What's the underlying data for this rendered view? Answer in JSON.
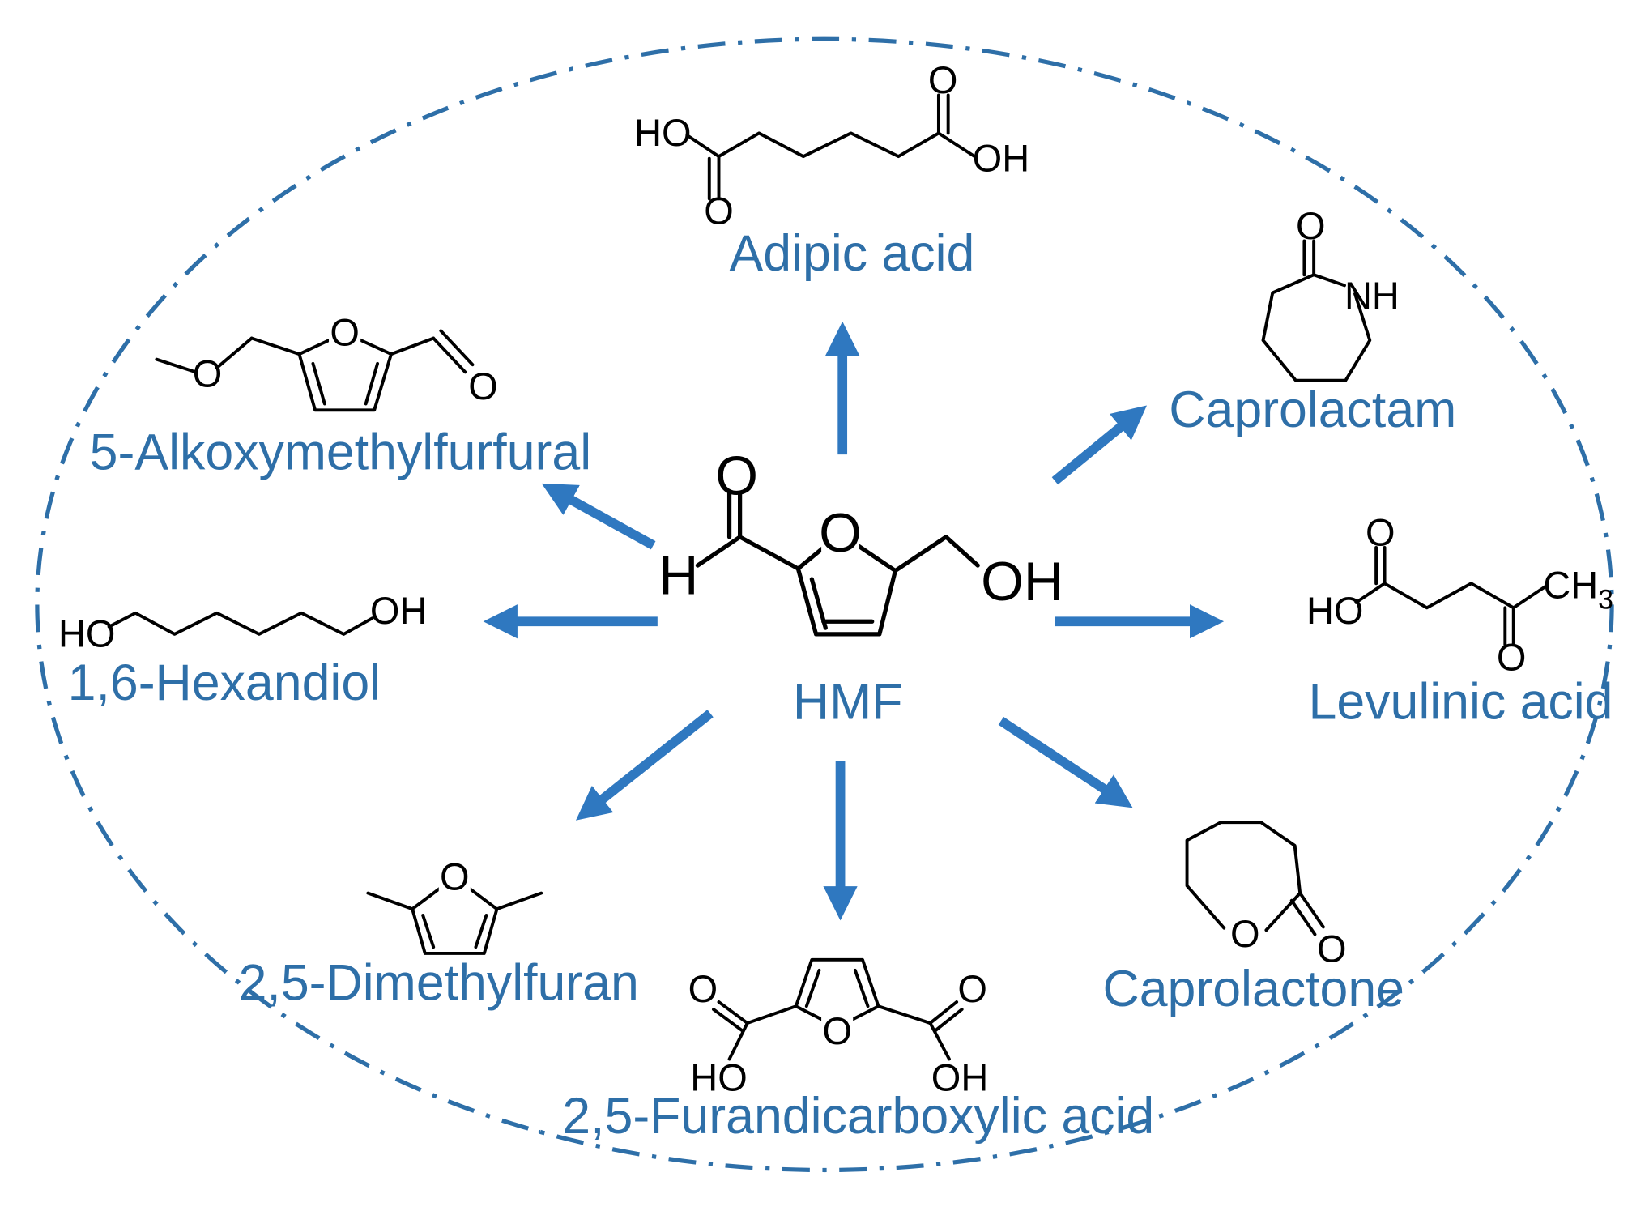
{
  "colors": {
    "label": "#2e6fa8",
    "arrow": "#2f78c0",
    "boundary": "#2e6fa8",
    "structure": "#000000"
  },
  "center": {
    "name": "HMF",
    "atoms": {
      "aldehyde_o": "O",
      "h": "H",
      "ring_o": "O",
      "hydroxyl": "OH"
    }
  },
  "products": [
    {
      "id": "adipic-acid",
      "name": "Adipic acid",
      "atoms": [
        "HO",
        "O",
        "O",
        "OH"
      ]
    },
    {
      "id": "caprolactam",
      "name": "Caprolactam",
      "atoms": [
        "O",
        "NH"
      ]
    },
    {
      "id": "levulinic-acid",
      "name": "Levulinic acid",
      "atoms": [
        "O",
        "HO",
        "CH",
        "3",
        "O"
      ]
    },
    {
      "id": "caprolactone",
      "name": "Caprolactone",
      "atoms": [
        "O",
        "O"
      ]
    },
    {
      "id": "fdca",
      "name": "2,5-Furandicarboxylic acid",
      "atoms": [
        "O",
        "O",
        "O",
        "HO",
        "OH"
      ]
    },
    {
      "id": "dmf",
      "name": "2,5-Dimethylfuran",
      "atoms": [
        "O"
      ]
    },
    {
      "id": "hexandiol",
      "name": "1,6-Hexandiol",
      "atoms": [
        "HO",
        "OH"
      ]
    },
    {
      "id": "amf",
      "name": "5-Alkoxymethylfurfural",
      "atoms": [
        "O",
        "O",
        "O"
      ]
    }
  ]
}
